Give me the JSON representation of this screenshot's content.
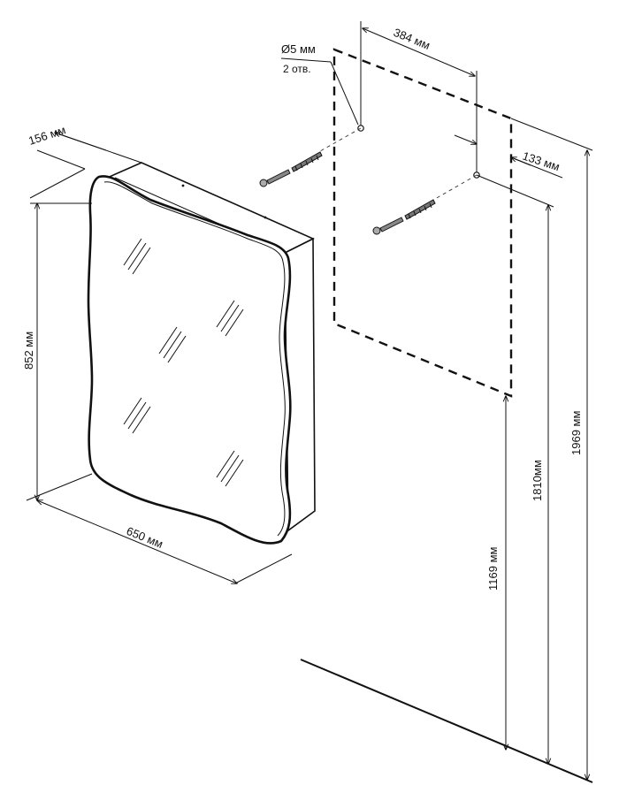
{
  "dimensions": {
    "depth": "156 мм",
    "height": "852 мм",
    "width": "650 мм",
    "hole_spacing": "384 мм",
    "hole_diameter": "Ø5 мм",
    "hole_count": "2 отв.",
    "side_offset": "133 мм",
    "hole_height": "1810мм",
    "bottom_height": "1169 мм",
    "top_height": "1969 мм"
  }
}
